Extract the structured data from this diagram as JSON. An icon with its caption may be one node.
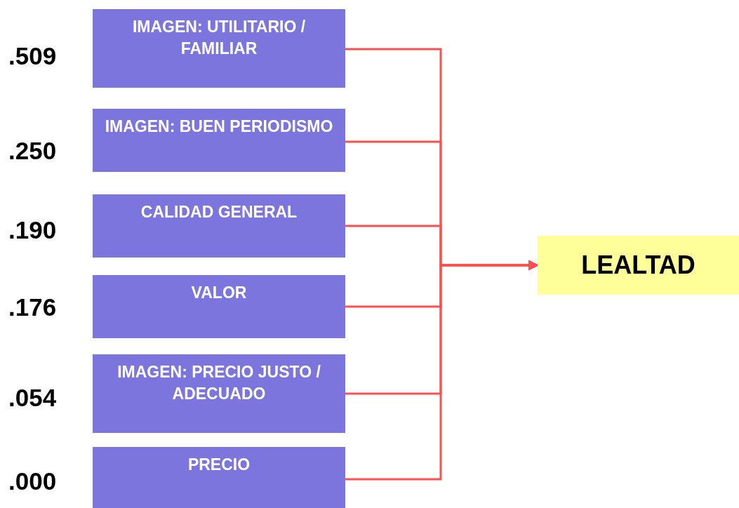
{
  "diagram": {
    "nodes": [
      {
        "text": [
          "IMAGEN: UTILITARIO / FAMILIAR"
        ],
        "beside": [
          ".509"
        ]
      },
      {
        "text": [
          "IMAGEN: BUEN PERIODISMO"
        ],
        "beside": [
          ".250"
        ]
      },
      {
        "text": [
          "CALIDAD GENERAL"
        ],
        "beside": [
          ".190"
        ]
      },
      {
        "text": [
          "VALOR"
        ],
        "beside": [
          ".176"
        ]
      },
      {
        "text": [
          "IMAGEN:  PRECIO JUSTO / ADECUADO"
        ],
        "beside": [
          ".054"
        ]
      },
      {
        "text": [
          "PRECIO"
        ],
        "beside": [
          ".000"
        ]
      },
      {
        "text": [
          "LEALTAD"
        ]
      }
    ],
    "edges": [
      {
        "from": 0,
        "to": 6,
        "arrow": "to"
      },
      {
        "from": 1,
        "to": 6,
        "arrow": "to"
      },
      {
        "from": 2,
        "to": 6,
        "arrow": "to"
      },
      {
        "from": 3,
        "to": 6,
        "arrow": "to"
      },
      {
        "from": 4,
        "to": 6,
        "arrow": "to"
      },
      {
        "from": 5,
        "to": 6,
        "arrow": "to"
      }
    ]
  }
}
